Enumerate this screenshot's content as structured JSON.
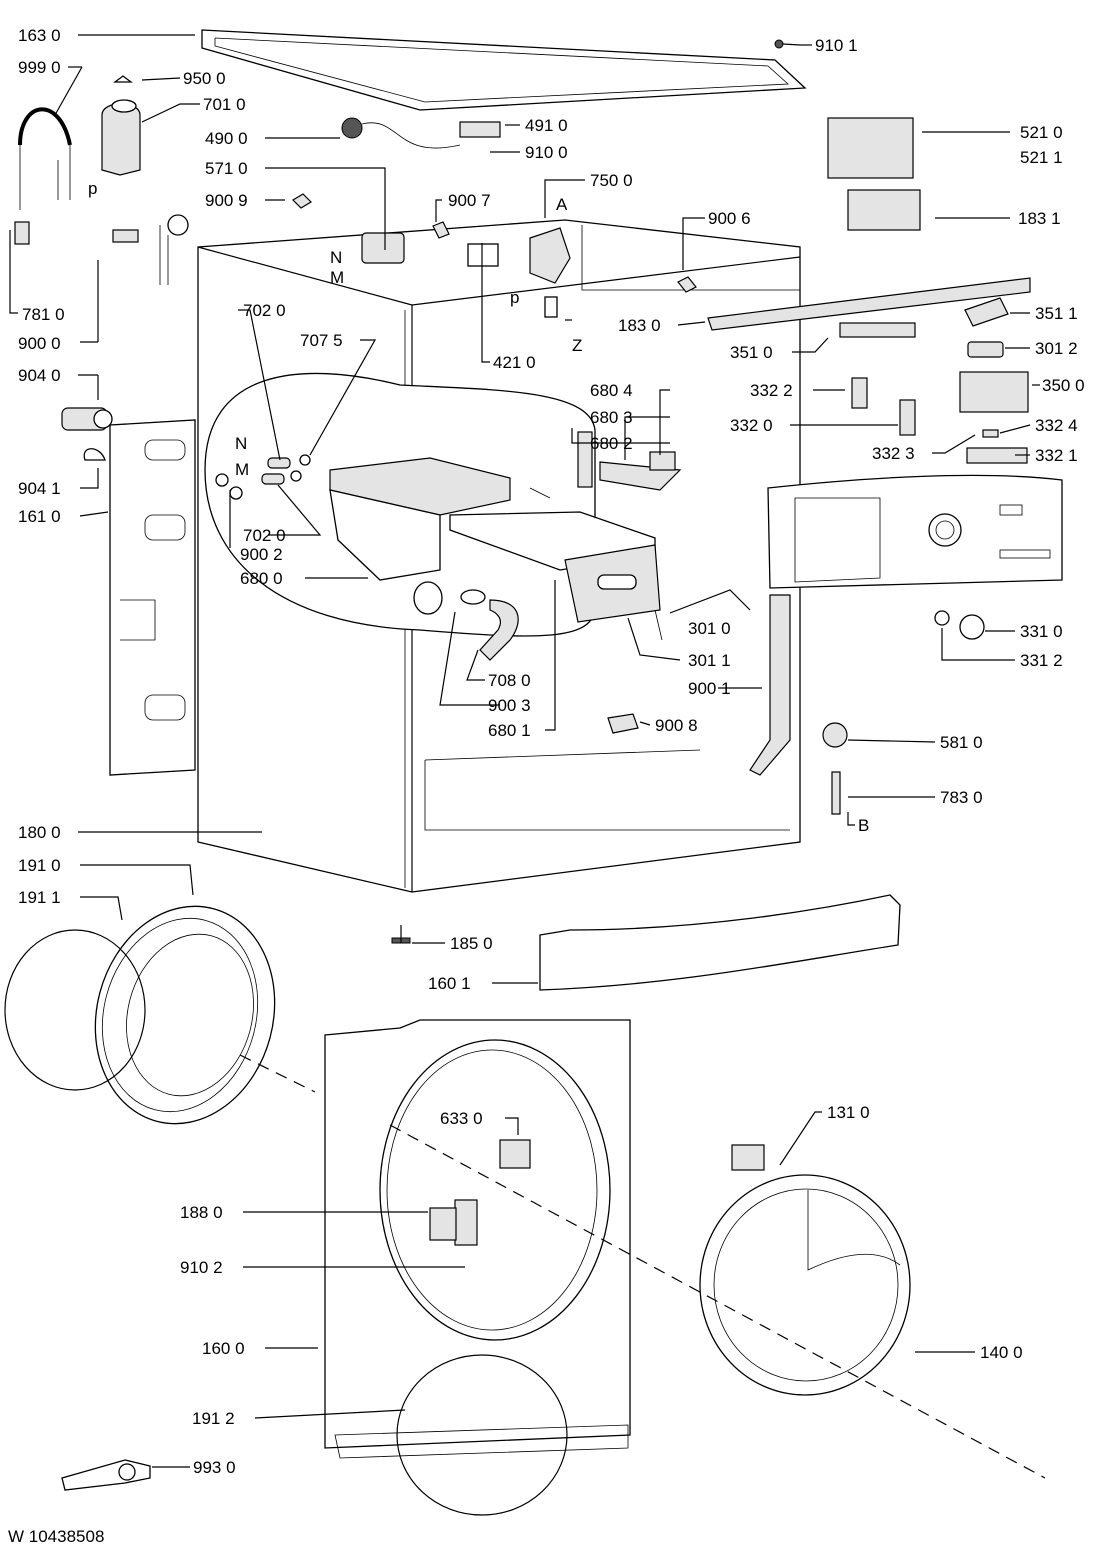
{
  "diagram": {
    "doc_code": "W 10438508",
    "part_labels": [
      "163 0",
      "999 0",
      "950 0",
      "701 0",
      "490 0",
      "491 0",
      "910 0",
      "571 0",
      "750 0",
      "900 9",
      "900 7",
      "A",
      "N",
      "M",
      "p",
      "Z",
      "781 0",
      "900 0",
      "421 0",
      "702 0",
      "707 5",
      "904 0",
      "904 1",
      "161 0",
      "900 2",
      "680 0",
      "680 4",
      "680 3",
      "680 2",
      "708 0",
      "900 3",
      "680 1",
      "301 0",
      "301 1",
      "900 1",
      "900 8",
      "910 1",
      "521 0",
      "521 1",
      "183 1",
      "900 6",
      "183 0",
      "351 1",
      "351 0",
      "301 2",
      "332 2",
      "350 0",
      "332 0",
      "332 4",
      "332 3",
      "332 1",
      "331 0",
      "331 2",
      "581 0",
      "783 0",
      "B",
      "180 0",
      "191 0",
      "191 1",
      "185 0",
      "160 1",
      "633 0",
      "131 0",
      "188 0",
      "910 2",
      "160 0",
      "140 0",
      "191 2",
      "993 0"
    ]
  }
}
